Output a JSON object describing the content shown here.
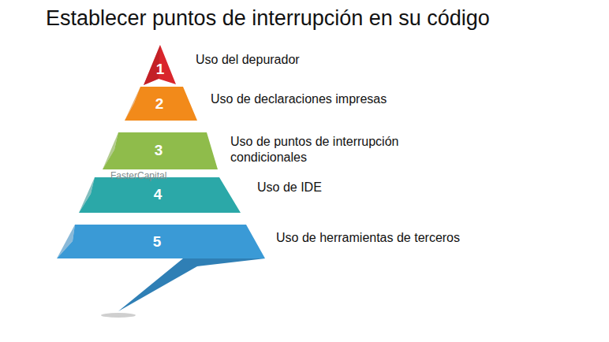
{
  "diagram": {
    "title": "Establecer puntos de interrupción en su código",
    "nodes": [
      {
        "text": [
          "1",
          "Uso del depurador"
        ]
      },
      {
        "text": [
          "2",
          "Uso de declaraciones impresas"
        ]
      },
      {
        "text": [
          "3",
          "Uso de puntos de interrupción condicionales"
        ]
      },
      {
        "text": [
          "4",
          "Uso de IDE"
        ]
      },
      {
        "text": [
          "5",
          "Uso de herramientas de terceros"
        ]
      }
    ],
    "labels": [
      "FasterCapital"
    ]
  }
}
